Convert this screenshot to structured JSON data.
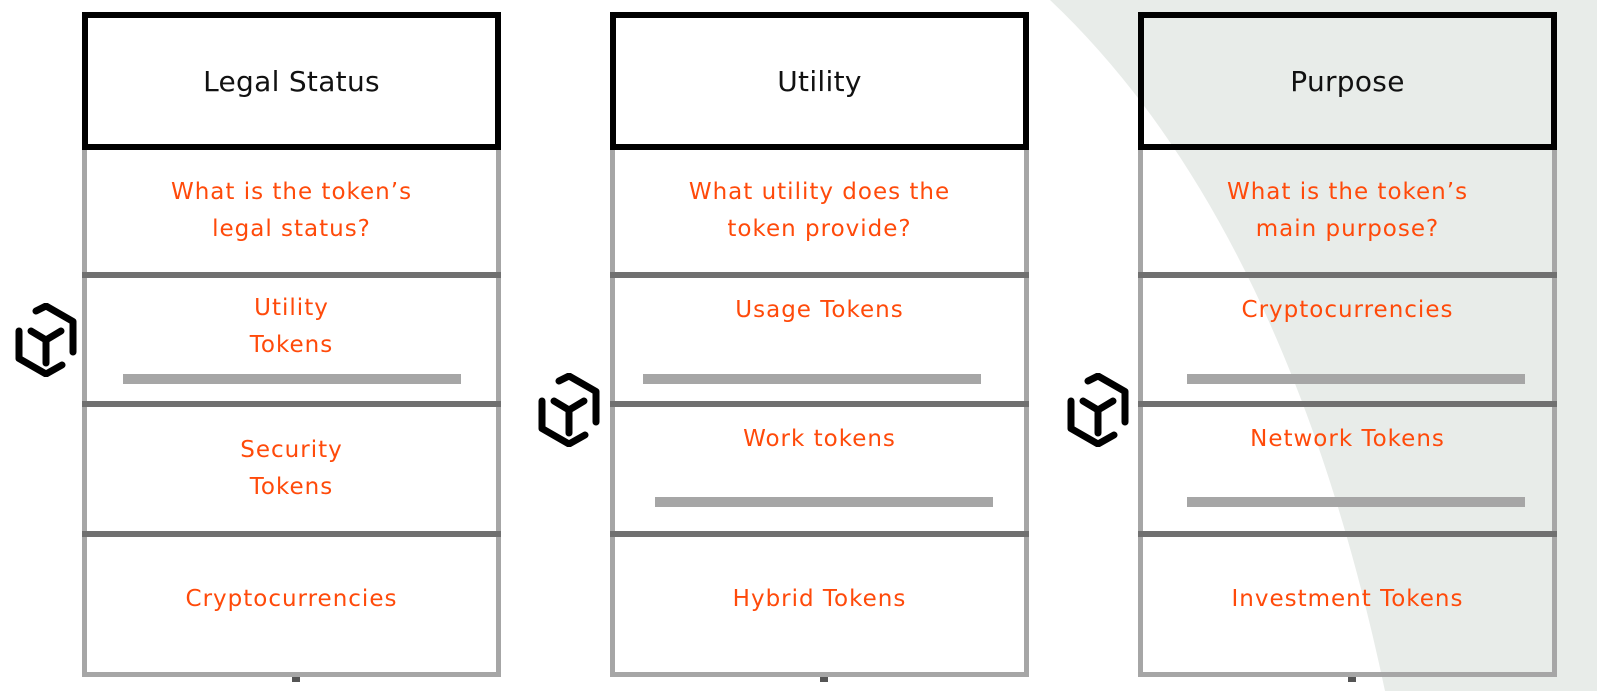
{
  "columns": [
    {
      "header": "Legal Status",
      "question": "What is the token’s\nlegal status?",
      "items": [
        "Utility\nTokens",
        "Security\nTokens",
        "Cryptocurrencies"
      ]
    },
    {
      "header": "Utility",
      "question": "What utility does the\ntoken provide?",
      "items": [
        "Usage Tokens",
        "Work tokens",
        "Hybrid Tokens"
      ]
    },
    {
      "header": "Purpose",
      "question": "What is the token’s\nmain purpose?",
      "items": [
        "Cryptocurrencies",
        "Network Tokens",
        "Investment Tokens"
      ]
    }
  ],
  "icons": [
    "cube-logo-icon",
    "cube-logo-icon",
    "cube-logo-icon"
  ],
  "colors": {
    "accent": "#ff4a0a",
    "header_border": "#000000",
    "cell_border": "#a6a6a6",
    "divider": "#707070",
    "background_arc": "#e8ece9"
  }
}
